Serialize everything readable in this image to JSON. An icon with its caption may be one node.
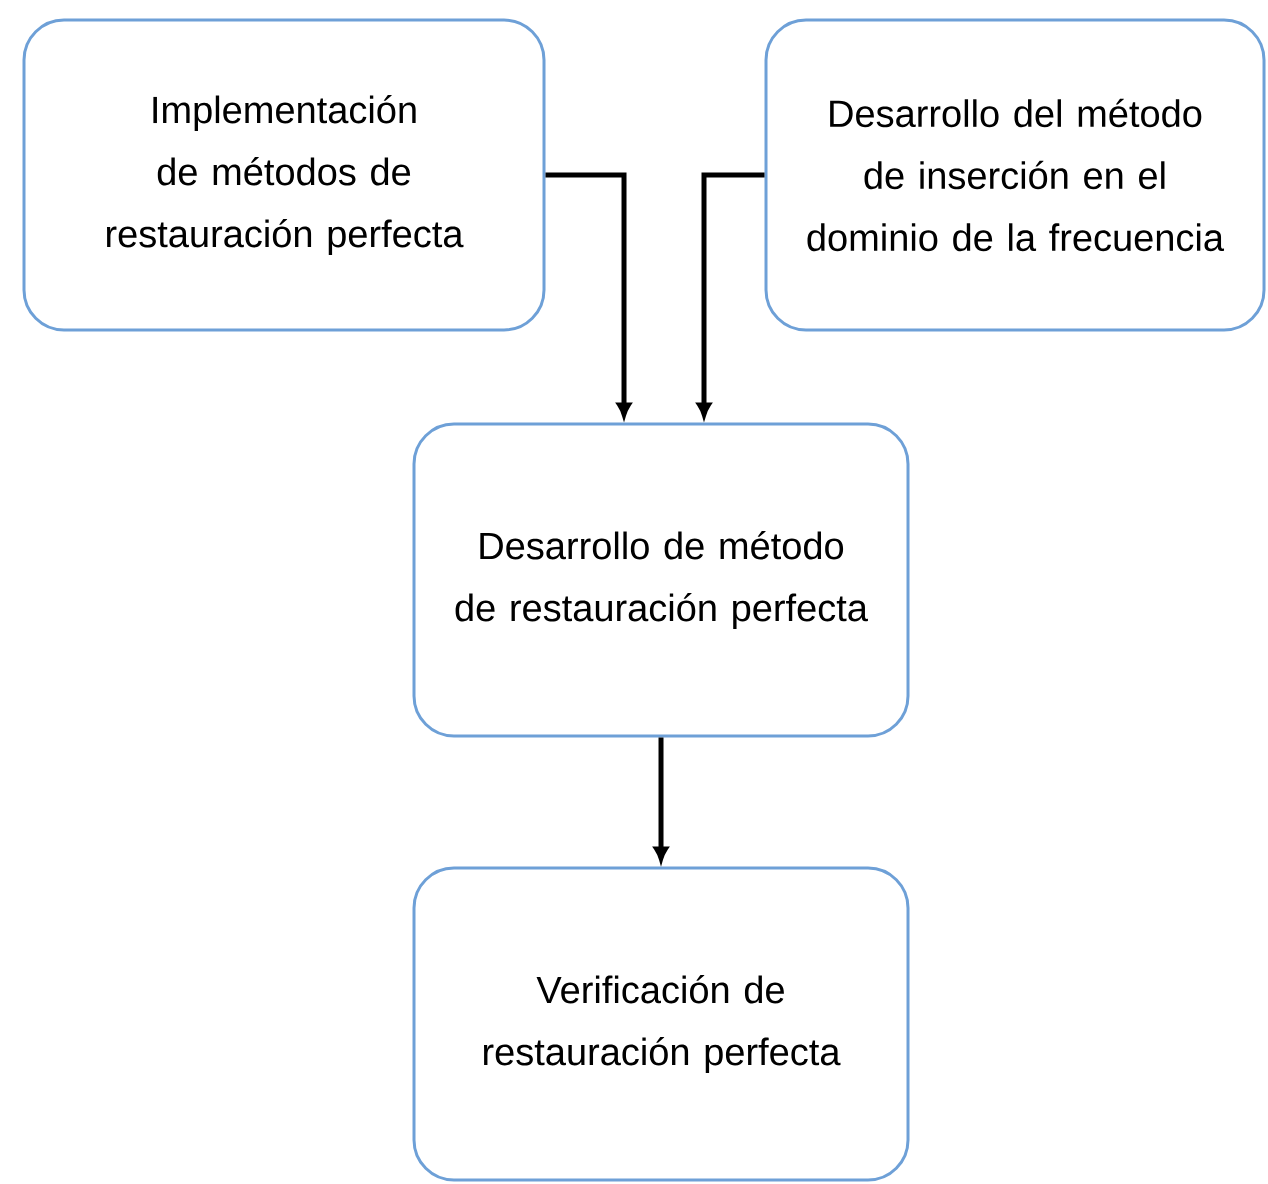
{
  "diagram": {
    "nodes": [
      {
        "text": [
          "Implementación de métodos de restauración perfecta"
        ]
      },
      {
        "text": [
          "Desarrollo del método de inserción en el dominio de la frecuencia"
        ]
      },
      {
        "text": [
          "Desarrollo de método de restauración perfecta"
        ]
      },
      {
        "text": [
          "Verificación de restauración perfecta"
        ]
      }
    ],
    "edges": [
      {
        "from": 0,
        "to": 2,
        "arrow": "to"
      },
      {
        "from": 1,
        "to": 2,
        "arrow": "to"
      },
      {
        "from": 2,
        "to": 3,
        "arrow": "to"
      }
    ]
  }
}
